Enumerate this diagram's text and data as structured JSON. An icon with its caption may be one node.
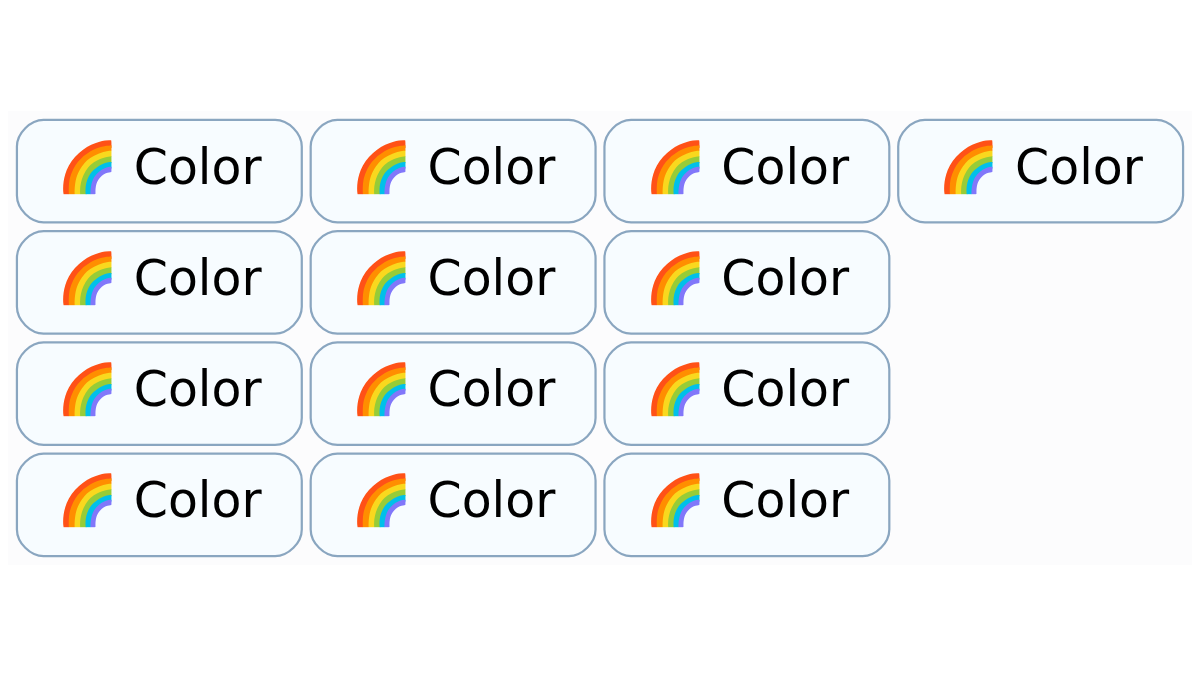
{
  "diagram": {
    "nodes": [
      {
        "text": [
          "🌈 Color"
        ]
      },
      {
        "text": [
          "🌈 Color"
        ]
      },
      {
        "text": [
          "🌈 Color"
        ]
      },
      {
        "text": [
          "🌈 Color"
        ]
      },
      {
        "text": [
          "🌈 Color"
        ]
      },
      {
        "text": [
          "🌈 Color"
        ]
      },
      {
        "text": [
          "🌈 Color"
        ]
      },
      {
        "text": [
          "🌈 Color"
        ]
      },
      {
        "text": [
          "🌈 Color"
        ]
      },
      {
        "text": [
          "🌈 Color"
        ]
      },
      {
        "text": [
          "🌈 Color"
        ]
      },
      {
        "text": [
          "🌈 Color"
        ]
      },
      {
        "text": [
          "🌈 Color"
        ]
      }
    ]
  }
}
